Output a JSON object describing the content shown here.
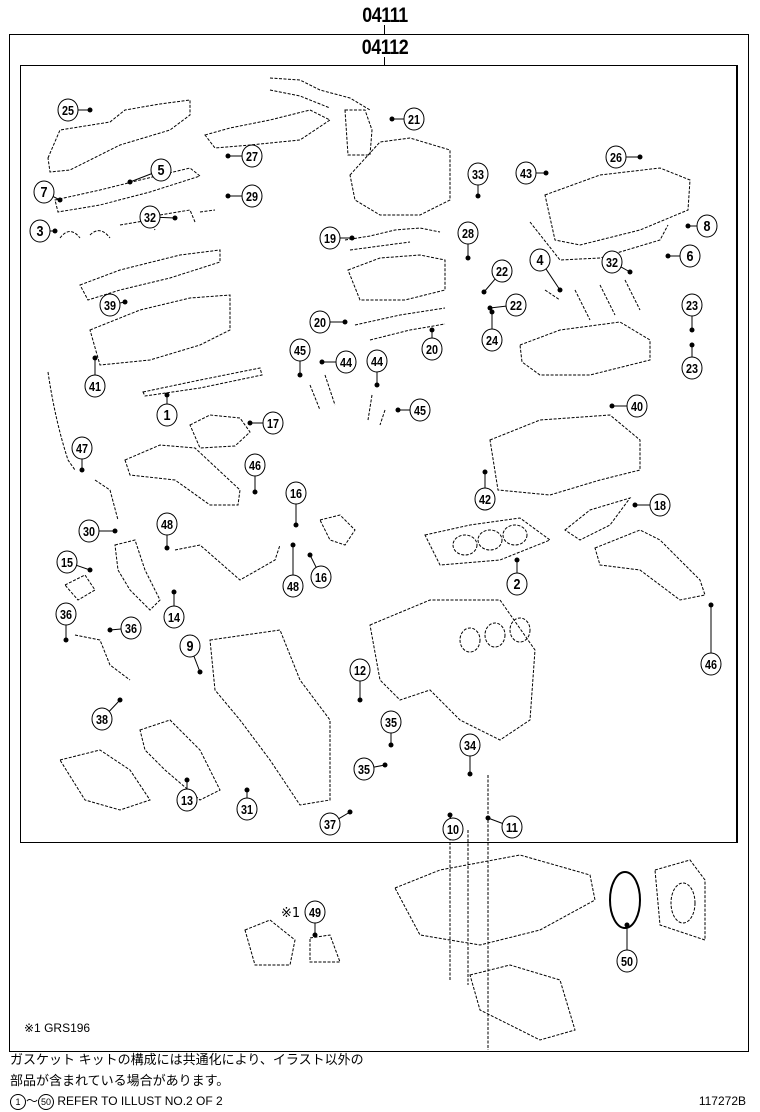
{
  "header": {
    "outer_code": "04111",
    "inner_code": "04112"
  },
  "callouts": [
    {
      "num": "25"
    },
    {
      "num": "21"
    },
    {
      "num": "27"
    },
    {
      "num": "5"
    },
    {
      "num": "29"
    },
    {
      "num": "7"
    },
    {
      "num": "33"
    },
    {
      "num": "43"
    },
    {
      "num": "26"
    },
    {
      "num": "8"
    },
    {
      "num": "32"
    },
    {
      "num": "3"
    },
    {
      "num": "19"
    },
    {
      "num": "28"
    },
    {
      "num": "4"
    },
    {
      "num": "6"
    },
    {
      "num": "22"
    },
    {
      "num": "32"
    },
    {
      "num": "39"
    },
    {
      "num": "22"
    },
    {
      "num": "20"
    },
    {
      "num": "24"
    },
    {
      "num": "20"
    },
    {
      "num": "23"
    },
    {
      "num": "23"
    },
    {
      "num": "45"
    },
    {
      "num": "44"
    },
    {
      "num": "44"
    },
    {
      "num": "41"
    },
    {
      "num": "40"
    },
    {
      "num": "45"
    },
    {
      "num": "1"
    },
    {
      "num": "17"
    },
    {
      "num": "47"
    },
    {
      "num": "46"
    },
    {
      "num": "42"
    },
    {
      "num": "16"
    },
    {
      "num": "18"
    },
    {
      "num": "48"
    },
    {
      "num": "30"
    },
    {
      "num": "16"
    },
    {
      "num": "48"
    },
    {
      "num": "2"
    },
    {
      "num": "15"
    },
    {
      "num": "14"
    },
    {
      "num": "36"
    },
    {
      "num": "36"
    },
    {
      "num": "46"
    },
    {
      "num": "9"
    },
    {
      "num": "12"
    },
    {
      "num": "38"
    },
    {
      "num": "35"
    },
    {
      "num": "34"
    },
    {
      "num": "35"
    },
    {
      "num": "13"
    },
    {
      "num": "31"
    },
    {
      "num": "10"
    },
    {
      "num": "37"
    },
    {
      "num": "11"
    },
    {
      "num": "49"
    },
    {
      "num": "50"
    }
  ],
  "annotations": {
    "star_marker": "※1",
    "star_note": "※1 GRS196"
  },
  "footer": {
    "jp_line1": "ガスケット キットの構成には共通化により、イラスト以外の",
    "jp_line2": "部品が含まれている場合があります。",
    "ref_start": "1",
    "ref_tilde": "～",
    "ref_end": "50",
    "ref_text": " REFER TO ILLUST NO.2 OF 2",
    "illustration_id": "117272B"
  }
}
